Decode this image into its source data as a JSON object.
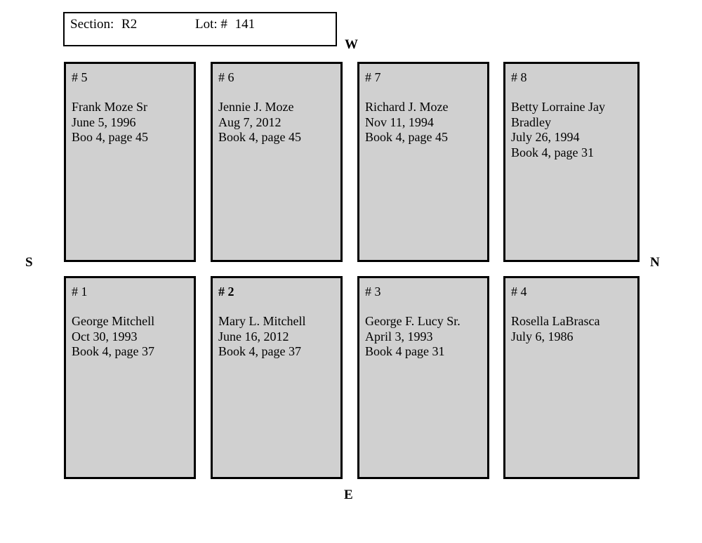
{
  "header": {
    "section_label": "Section:",
    "section_value": "R2",
    "lot_label": "Lot:  #",
    "lot_value": "141"
  },
  "compass": {
    "west": "W",
    "south": "S",
    "north": "N",
    "east": "E"
  },
  "plots": {
    "top_row": [
      {
        "number": "# 5",
        "bold_number": false,
        "lines": [
          "Frank Moze Sr",
          "June 5, 1996",
          "Boo 4, page 45"
        ]
      },
      {
        "number": "# 6",
        "bold_number": false,
        "lines": [
          "Jennie J. Moze",
          "Aug 7, 2012",
          "Book 4, page 45"
        ]
      },
      {
        "number": "# 7",
        "bold_number": false,
        "lines": [
          "Richard J. Moze",
          "Nov 11, 1994",
          "Book 4, page 45"
        ]
      },
      {
        "number": "# 8",
        "bold_number": false,
        "lines": [
          "Betty Lorraine Jay",
          "Bradley",
          "July 26, 1994",
          "Book 4, page 31"
        ]
      }
    ],
    "bottom_row": [
      {
        "number": "# 1",
        "bold_number": false,
        "lines": [
          "George Mitchell",
          "Oct 30, 1993",
          "Book 4, page 37"
        ]
      },
      {
        "number": "# 2",
        "bold_number": true,
        "lines": [
          "Mary L. Mitchell",
          "June 16, 2012",
          "Book 4, page 37"
        ]
      },
      {
        "number": "# 3",
        "bold_number": false,
        "lines": [
          "George F. Lucy Sr.",
          "April 3, 1993",
          "Book 4 page 31"
        ]
      },
      {
        "number": "# 4",
        "bold_number": false,
        "lines": [
          "Rosella LaBrasca",
          "July 6, 1986"
        ]
      }
    ]
  }
}
